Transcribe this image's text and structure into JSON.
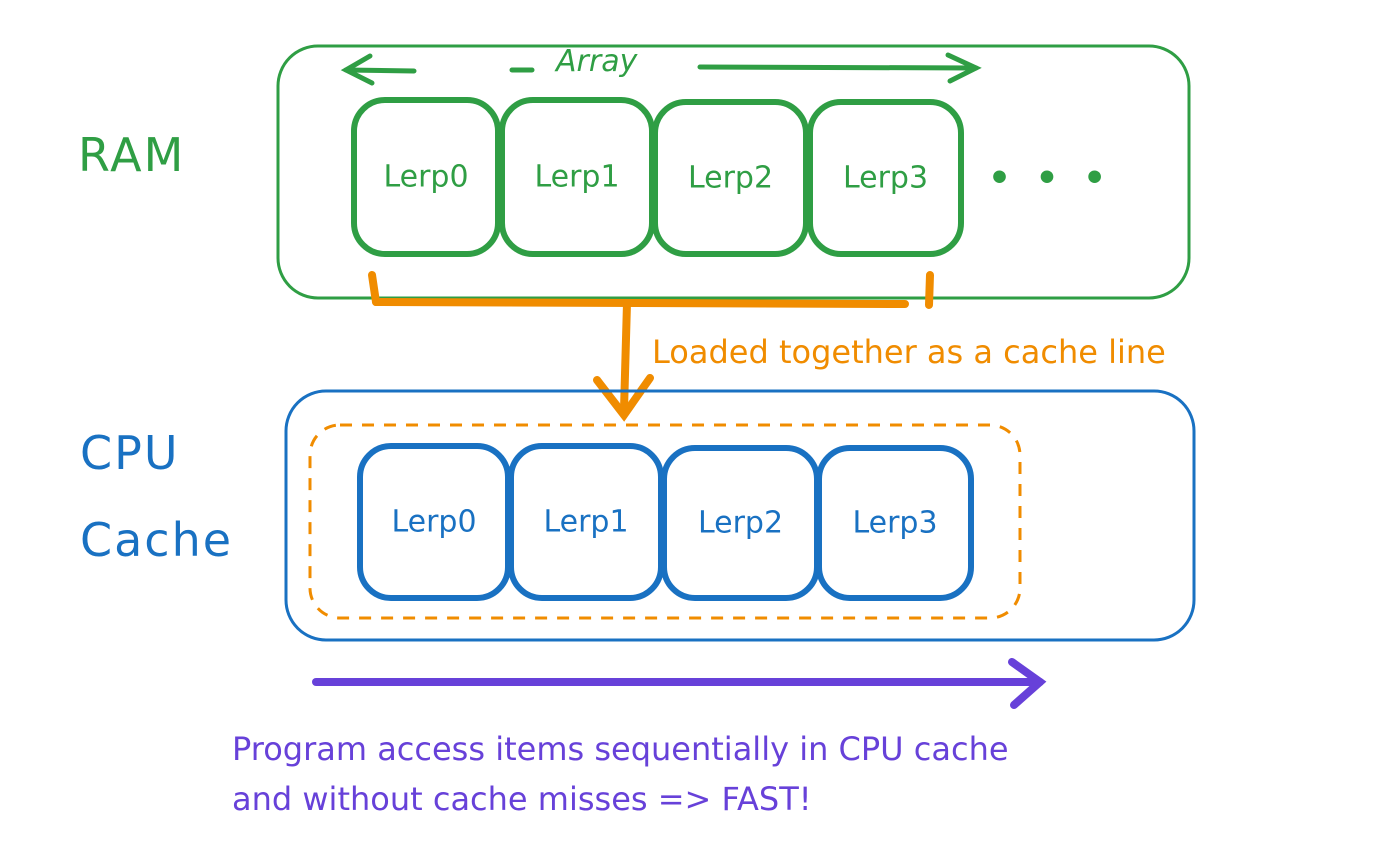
{
  "colors": {
    "ram": "#2f9e44",
    "cache": "#1971c2",
    "cache_line": "#f08c00",
    "access": "#6741d9"
  },
  "ram": {
    "label": "RAM",
    "array_label": "Array",
    "cells": [
      "Lerp0",
      "Lerp1",
      "Lerp2",
      "Lerp3"
    ],
    "ellipsis": "• • •"
  },
  "cache_line": {
    "label": "Loaded together as a cache line"
  },
  "cpu_cache": {
    "label_line1": "CPU",
    "label_line2": "Cache",
    "cells": [
      "Lerp0",
      "Lerp1",
      "Lerp2",
      "Lerp3"
    ]
  },
  "access": {
    "caption_line1": "Program access items sequentially in CPU cache",
    "caption_line2": "and without cache misses => FAST!"
  }
}
